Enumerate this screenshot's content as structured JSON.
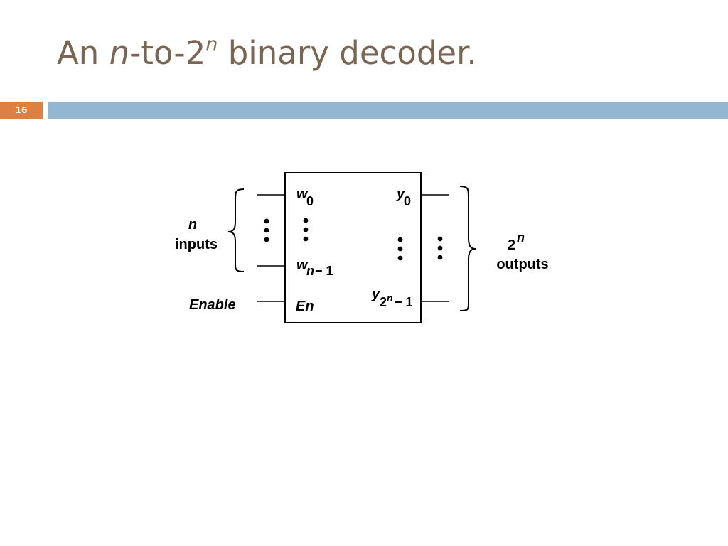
{
  "slide": {
    "title": {
      "prefix": "An ",
      "var": "n",
      "middle": "-to-2",
      "sup": "n",
      "suffix": " binary decoder."
    },
    "page_number": "16"
  },
  "diagram": {
    "inputs_label": {
      "var": "n",
      "text": "inputs"
    },
    "outputs_label": {
      "base": "2",
      "sup": "n",
      "text": "outputs"
    },
    "enable_label": "Enable",
    "pins": {
      "w0": {
        "var": "w",
        "sub": "0"
      },
      "wn1": {
        "var": "w",
        "sub_var": "n",
        "sub_rest": "− 1"
      },
      "y0": {
        "var": "y",
        "sub": "0"
      },
      "y2n1": {
        "var": "y",
        "sub_base": "2",
        "sub_sup": "n",
        "sub_rest": "− 1"
      },
      "en": "En"
    }
  }
}
